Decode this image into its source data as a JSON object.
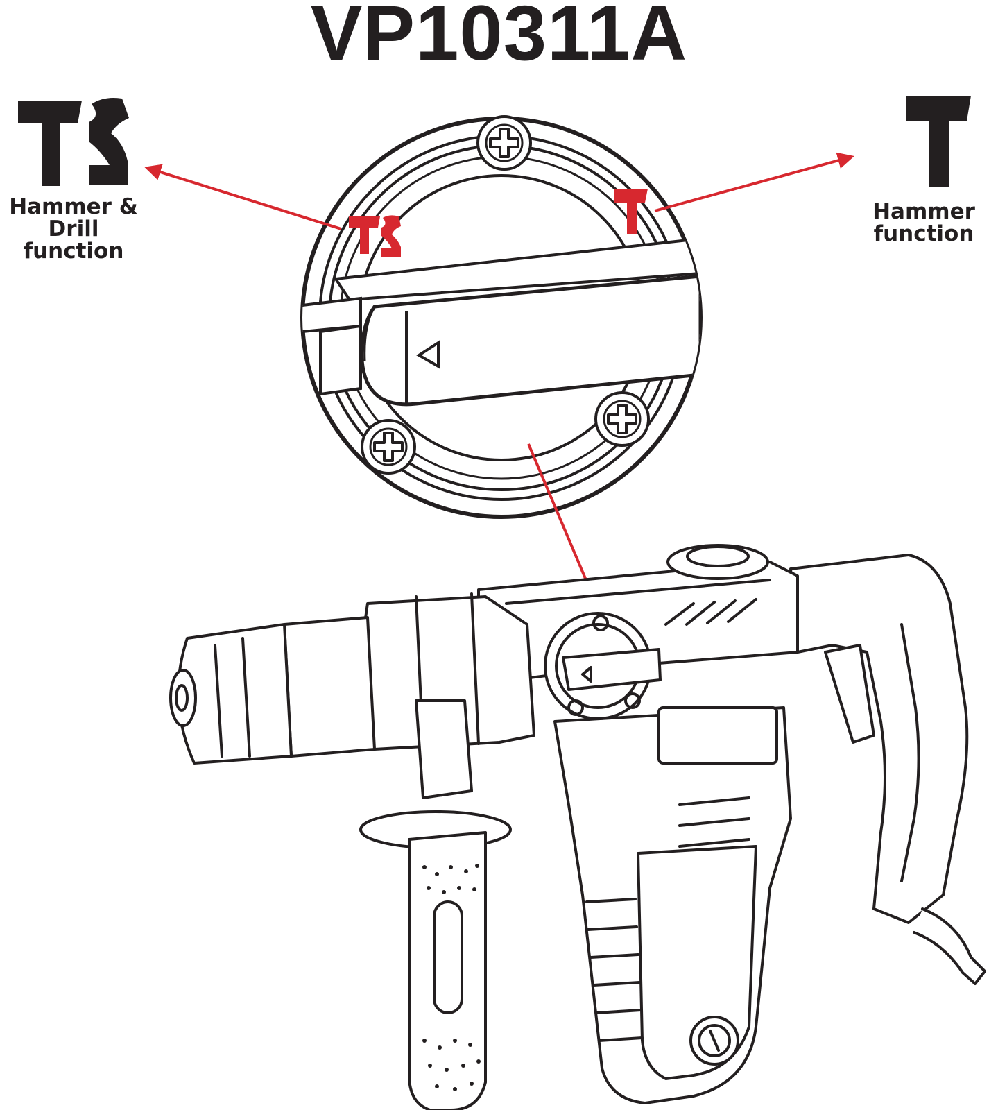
{
  "title": "VP10311A",
  "accent_color": "#d7282f",
  "ink_color": "#231f20",
  "modes": [
    {
      "symbol": "T2",
      "icon": "hammer-drill-icon",
      "label_lines": [
        "Hammer &",
        "Drill function"
      ]
    },
    {
      "symbol": "T",
      "icon": "hammer-icon",
      "label_lines": [
        "Hammer",
        "function"
      ]
    }
  ]
}
